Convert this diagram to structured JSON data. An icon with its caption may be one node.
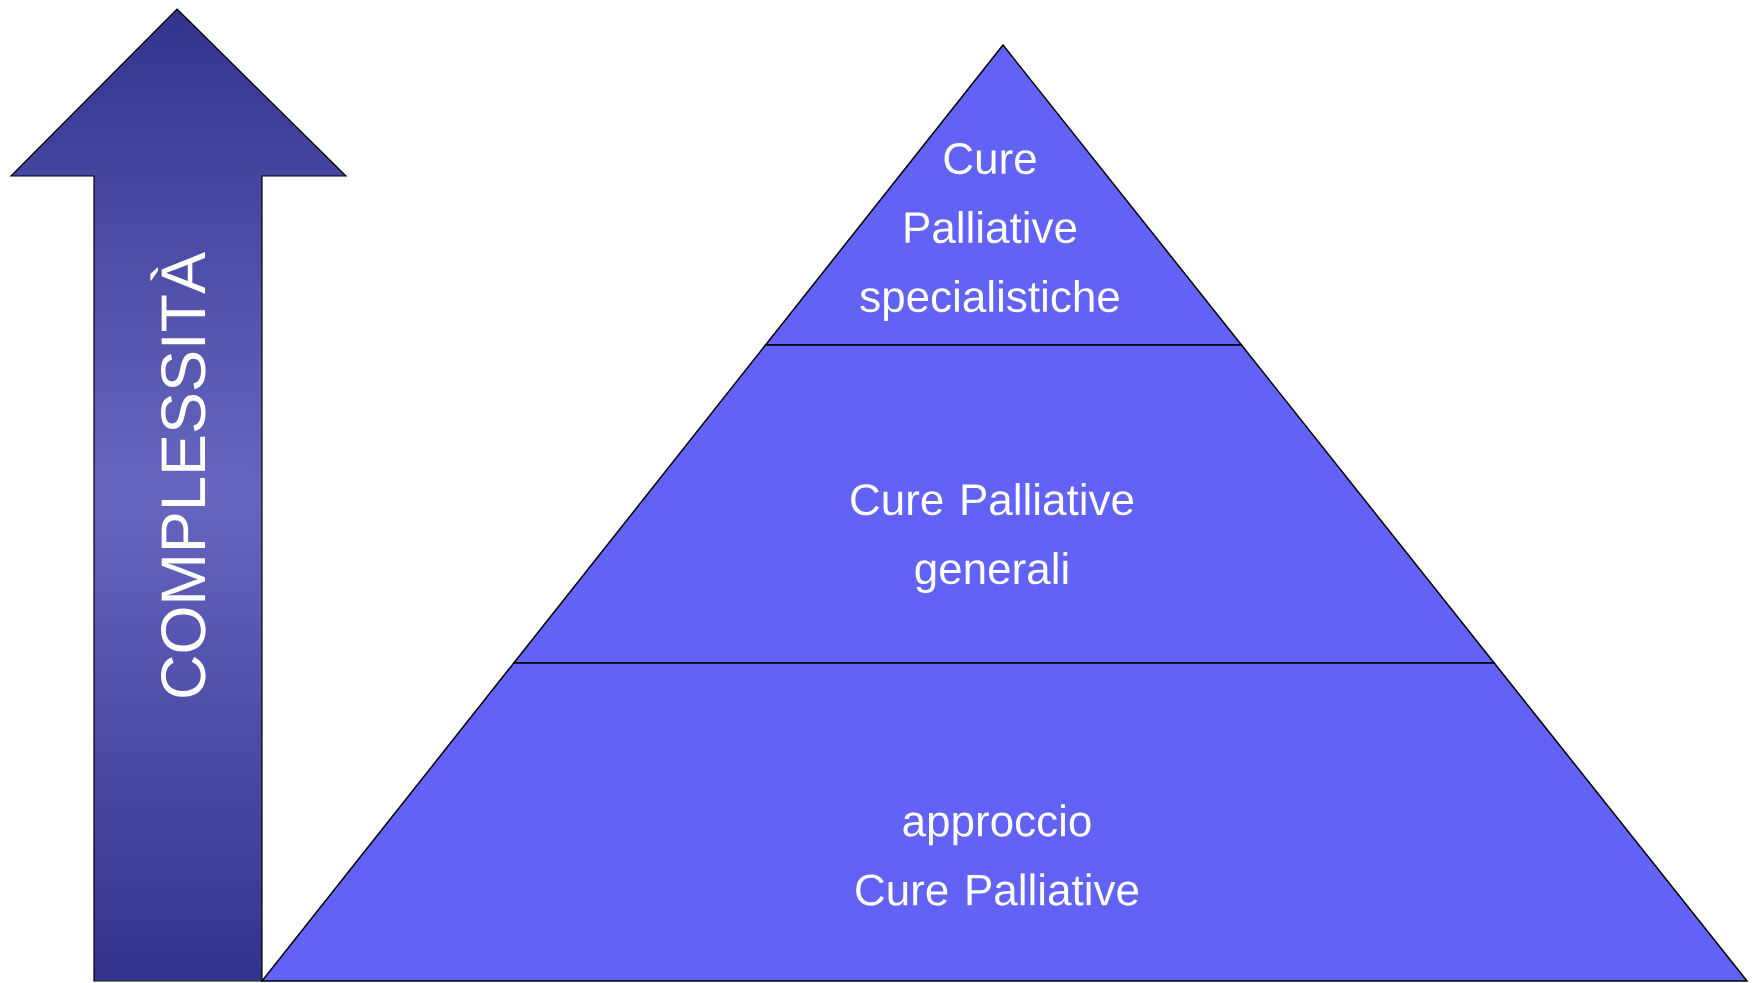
{
  "diagram": {
    "nodes": [
      {
        "text": [
          "COMPLESSITÀ"
        ]
      },
      {
        "text": [
          "Cure Palliative specialistiche"
        ]
      },
      {
        "text": [
          "Cure Palliative generali"
        ]
      },
      {
        "text": [
          "approccio Cure Palliative"
        ]
      }
    ]
  }
}
